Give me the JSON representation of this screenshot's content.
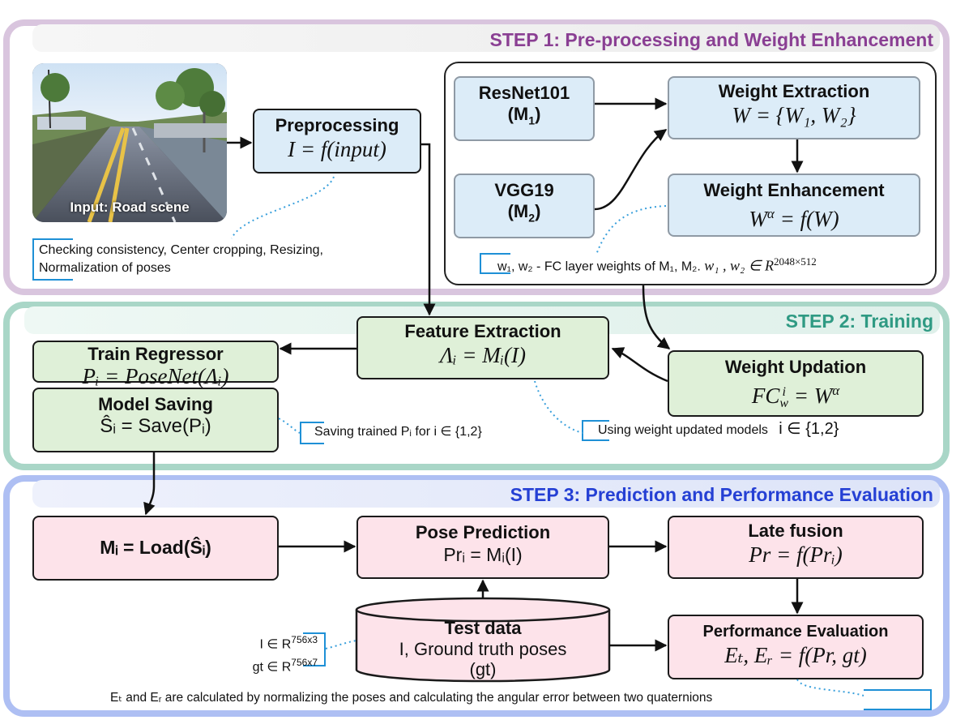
{
  "steps": {
    "step1": "STEP 1: Pre-processing and Weight Enhancement",
    "step2": "STEP 2: Training",
    "step3": "STEP 3: Prediction and Performance Evaluation"
  },
  "input_image": {
    "label": "Input: Road scene"
  },
  "preprocessing": {
    "title": "Preprocessing",
    "eq_lhs": "I",
    "eq_rhs": "f(input)"
  },
  "preprocess_note": {
    "line1": "Checking consistency, Center cropping, Resizing,",
    "line2": "Normalization of poses"
  },
  "resnet": {
    "title": "ResNet101",
    "sub": "(M",
    "sub_idx": "1",
    "sub_end": ")"
  },
  "vgg": {
    "title": "VGG19",
    "sub": "(M",
    "sub_idx": "2",
    "sub_end": ")"
  },
  "weight_extraction": {
    "title": "Weight Extraction",
    "eq": "W = {W₁, W₂}"
  },
  "weight_enhancement": {
    "title": "Weight Enhancement",
    "eq_lhs": "W",
    "eq_sup": "α",
    "eq_rhs": " = f(W)"
  },
  "fc_note": {
    "text_a": "w₁, w₂ - FC layer weights of M₁, M₂.",
    "text_b": "w₁ , w₂ ∈ R",
    "text_sup": "2048×512"
  },
  "train_regressor": {
    "title": "Train Regressor",
    "eq": "Pᵢ = PoseNet(Λᵢ)"
  },
  "feature_extraction": {
    "title": "Feature Extraction",
    "eq": "Λᵢ = Mᵢ(I)"
  },
  "weight_updation": {
    "title": "Weight Updation",
    "eq_base": "FC",
    "eq_sub": "w",
    "eq_sup": "i",
    "eq_rhs": " = W",
    "eq_rhs_sup": "α"
  },
  "model_saving": {
    "title": "Model Saving",
    "eq": "Ŝᵢ = Save(Pᵢ)"
  },
  "saving_note": {
    "text": "Saving trained Pᵢ for i ∈ {1,2}"
  },
  "updated_note": {
    "text": "Using weight updated models",
    "set": "i ∈ {1,2}"
  },
  "load_box": {
    "eq": "Mᵢ = Load(Ŝᵢ)"
  },
  "pose_prediction": {
    "title": "Pose Prediction",
    "eq": "Prᵢ = Mᵢ(I)"
  },
  "late_fusion": {
    "title": "Late fusion",
    "eq": "Pr = f(Prᵢ)"
  },
  "test_data": {
    "title": "Test data",
    "line2": "I, Ground truth poses",
    "line3": "(gt)"
  },
  "dims_note": {
    "line1": "I ∈ R",
    "line1_sup": "756x3",
    "line2": "gt ∈ R",
    "line2_sup": "756x7"
  },
  "performance": {
    "title": "Performance  Evaluation",
    "eq": "Eₜ, Eᵣ = f(Pr, gt)"
  },
  "bottom_note": {
    "text": "Eₜ and Eᵣ are calculated by normalizing the poses and calculating the angular error between two quaternions"
  },
  "colors": {
    "step1_border": "#d9c5de",
    "step2_border": "#a9d6c7",
    "step3_border": "#aebff3",
    "step1_title": "#8a3f93",
    "step2_title": "#2f9a83",
    "step3_title": "#2540d4",
    "blue_box": "#dcecf8",
    "green_box": "#dff0d8",
    "pink_box": "#fde3ea",
    "note_bracket": "#1e90d6"
  }
}
